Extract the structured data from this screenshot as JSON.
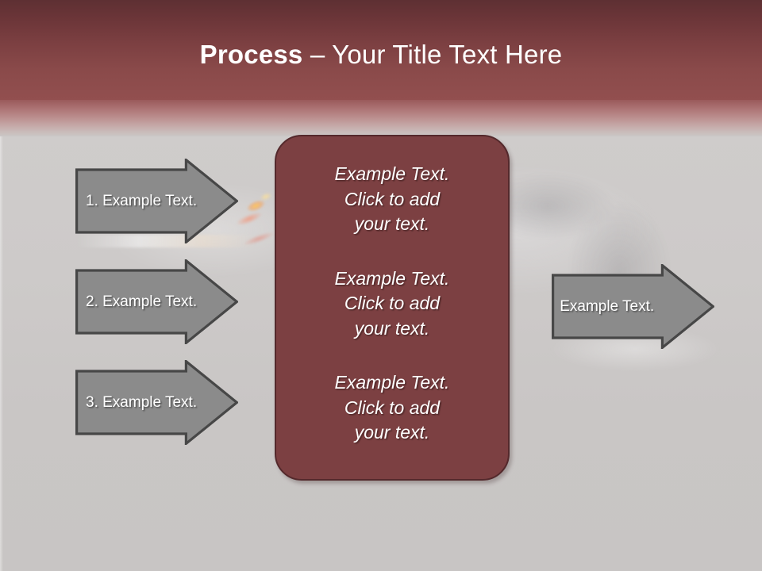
{
  "slide": {
    "title_strong": "Process",
    "title_rest": " – Your Title Text Here",
    "background_color": "#cac7c6",
    "header_color_top": "#5e3033",
    "header_color_bottom": "#924f4f"
  },
  "center_box": {
    "fill_color": "#7c4042",
    "border_color": "#54292c",
    "blocks": [
      {
        "text": "Example Text.\nClick  to add\nyour text."
      },
      {
        "text": "Example Text.\nClick  to add\nyour text."
      },
      {
        "text": "Example Text.\nClick  to add\nyour text."
      }
    ]
  },
  "arrows": {
    "fill_color": "#8b8b8b",
    "border_color": "#474747",
    "left": [
      {
        "label": "1. Example Text."
      },
      {
        "label": "2. Example Text."
      },
      {
        "label": "3. Example Text."
      }
    ],
    "right": {
      "label": "Example Text."
    }
  }
}
